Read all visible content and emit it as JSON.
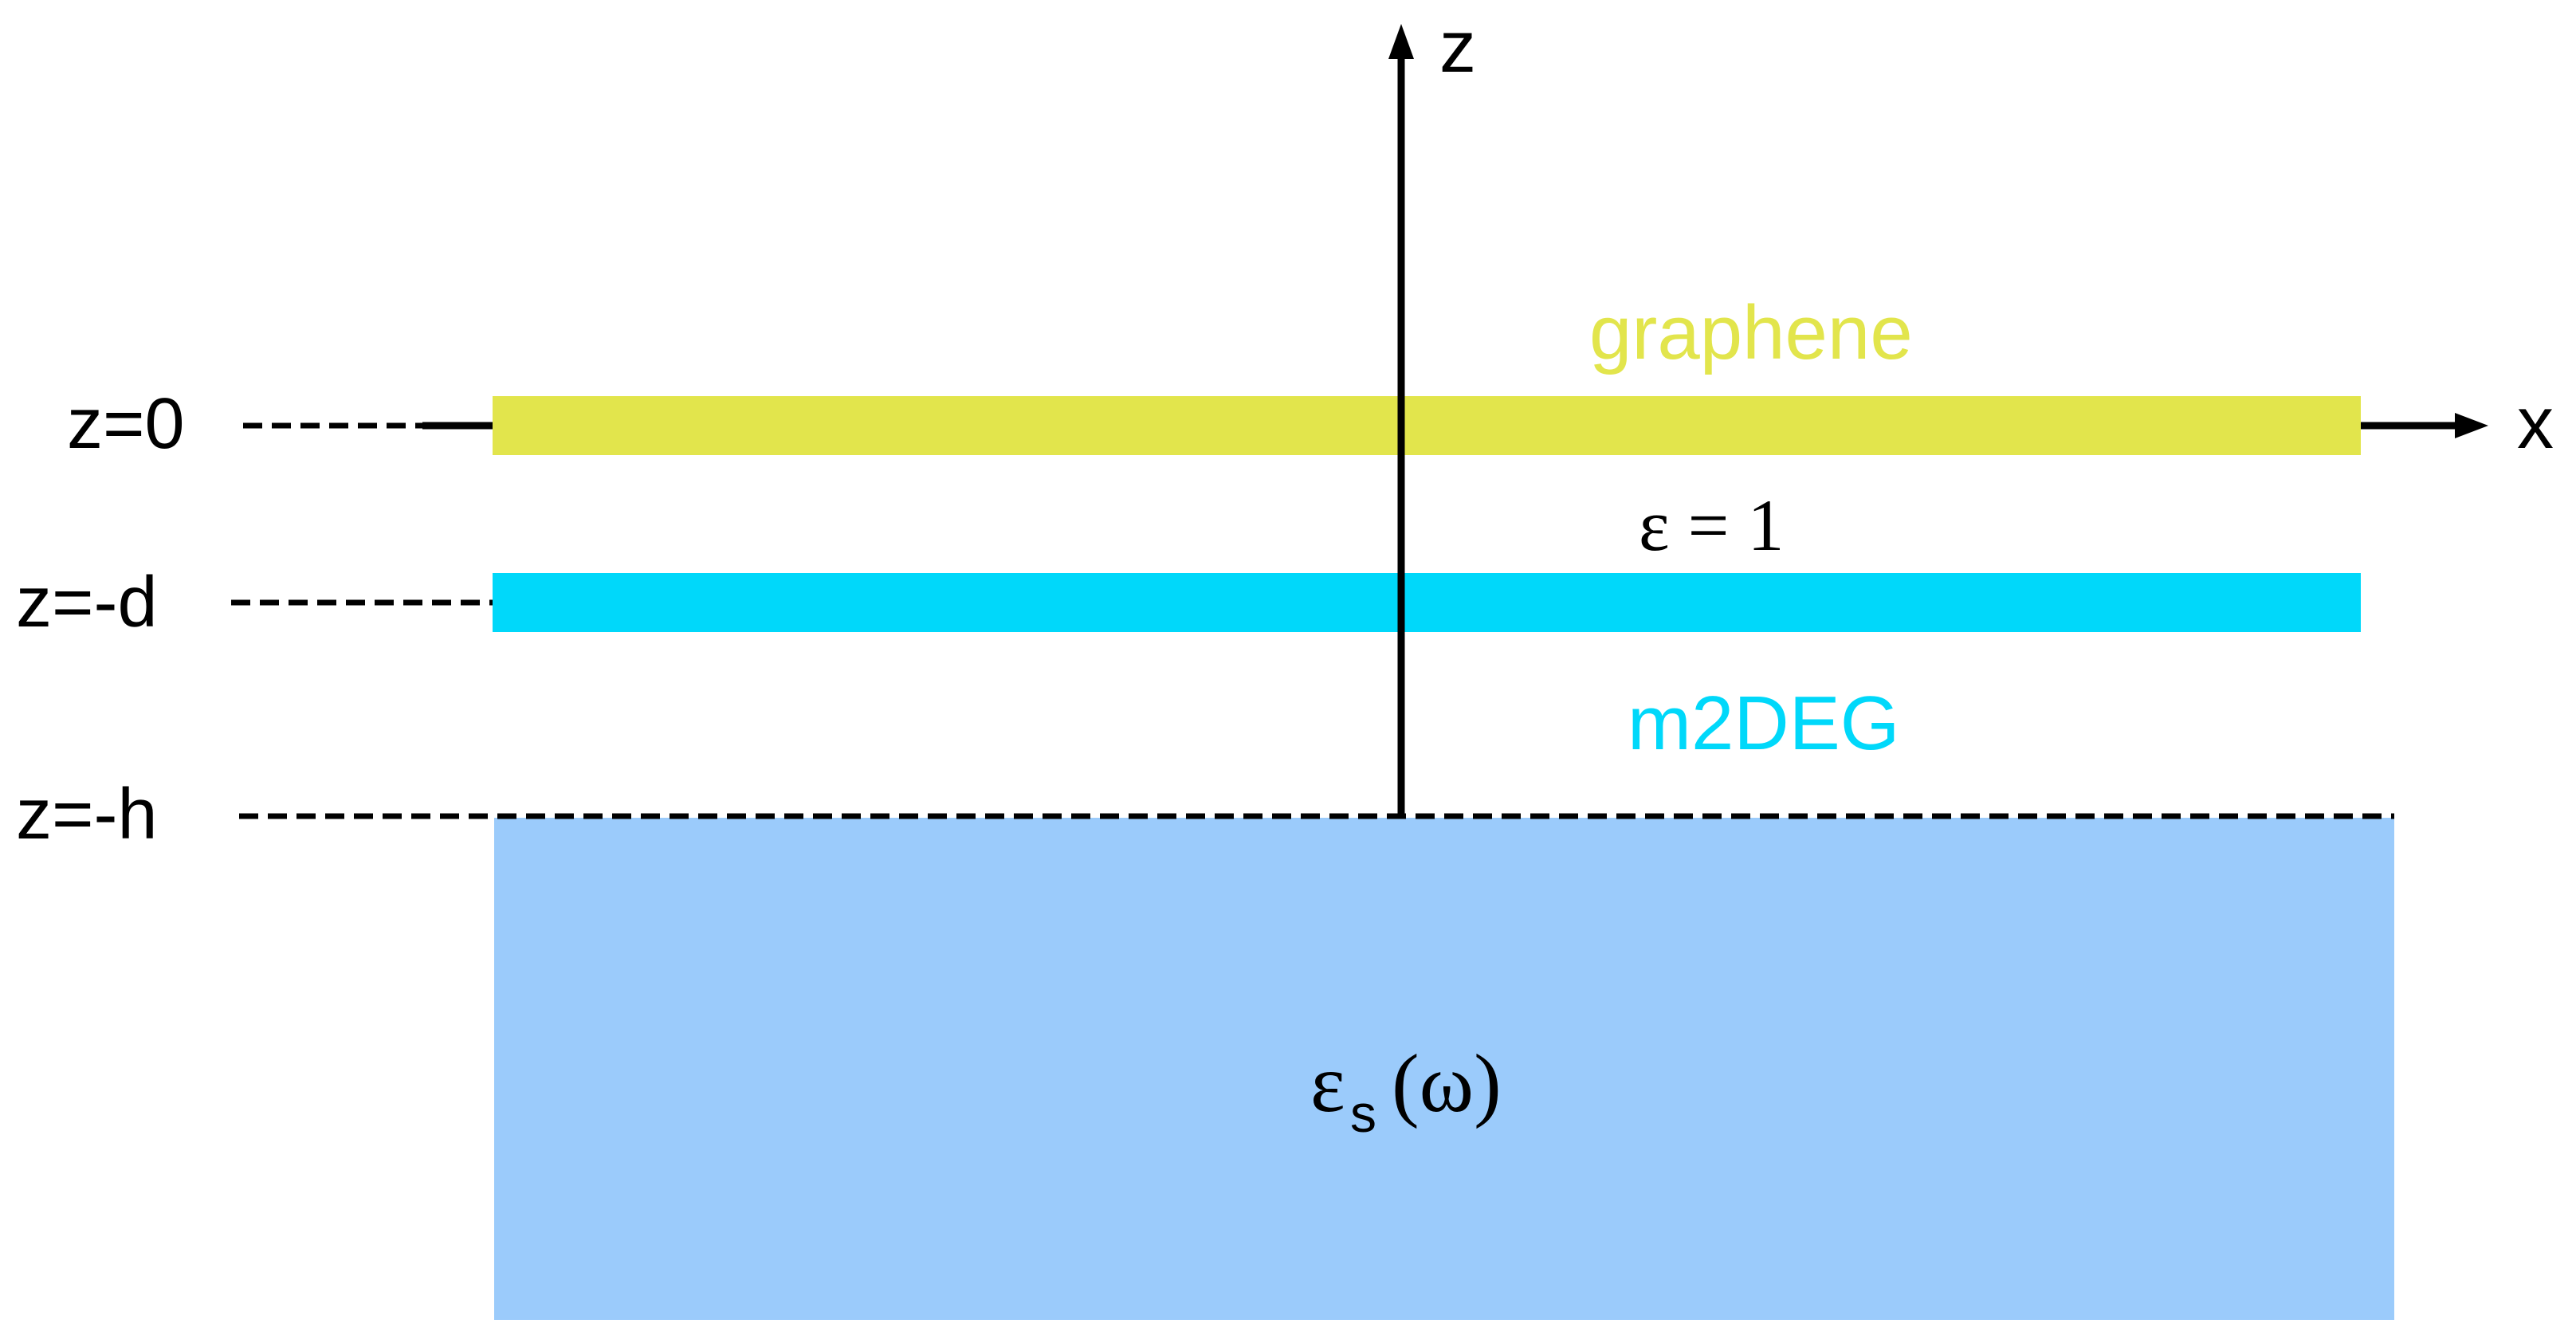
{
  "axes": {
    "z_label": "z",
    "x_label": "x"
  },
  "levels": {
    "z0": "z=0",
    "zd": "z=-d",
    "zh": "z=-h"
  },
  "layers": {
    "graphene": {
      "label": "graphene",
      "color": "#e2e54c"
    },
    "m2deg": {
      "label": "m2DEG",
      "color": "#00d8fa"
    },
    "gap_permittivity": "ε = 1",
    "substrate": {
      "symbol": "ε",
      "subscript": "s",
      "argument": "(ω)",
      "color": "#9bcbfb"
    }
  }
}
